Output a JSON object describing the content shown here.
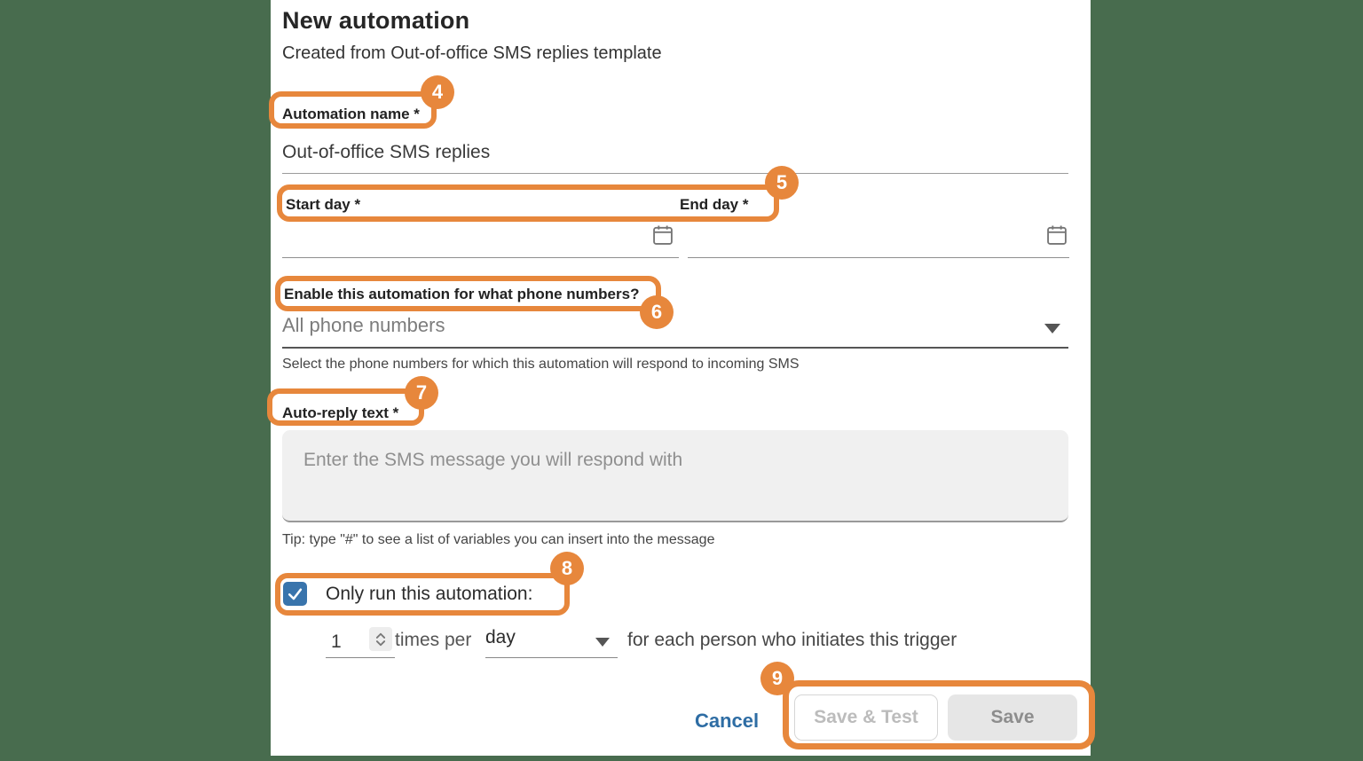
{
  "header": {
    "title": "New automation",
    "subtitle": "Created from Out-of-office SMS replies template"
  },
  "automation_name": {
    "label": "Automation name *",
    "value": "Out-of-office SMS replies"
  },
  "dates": {
    "start_label": "Start day *",
    "end_label": "End day *",
    "start_value": "",
    "end_value": ""
  },
  "phone_numbers": {
    "label": "Enable this automation for what phone numbers?",
    "value": "All phone numbers",
    "helper": "Select the phone numbers for which this automation will respond to incoming SMS"
  },
  "auto_reply": {
    "label": "Auto-reply text *",
    "placeholder": "Enter the SMS message you will respond with",
    "tip": "Tip: type \"#\" to see a list of variables you can insert into the message"
  },
  "rate_limit": {
    "label": "Only run this automation:",
    "checked": true,
    "times_value": "1",
    "times_per": "times per",
    "period": "day",
    "suffix": "for each person who initiates this trigger"
  },
  "actions": {
    "cancel": "Cancel",
    "save_and_test": "Save & Test",
    "save": "Save"
  },
  "annotations": {
    "badge4": "4",
    "badge5": "5",
    "badge6": "6",
    "badge7": "7",
    "badge8": "8",
    "badge9": "9"
  },
  "colors": {
    "annotation_orange": "#E7873C",
    "checkbox_blue": "#3974AC",
    "cancel_blue": "#2E6DA4",
    "backdrop_green": "#486C4E",
    "textarea_gray": "#F0F0F0"
  }
}
